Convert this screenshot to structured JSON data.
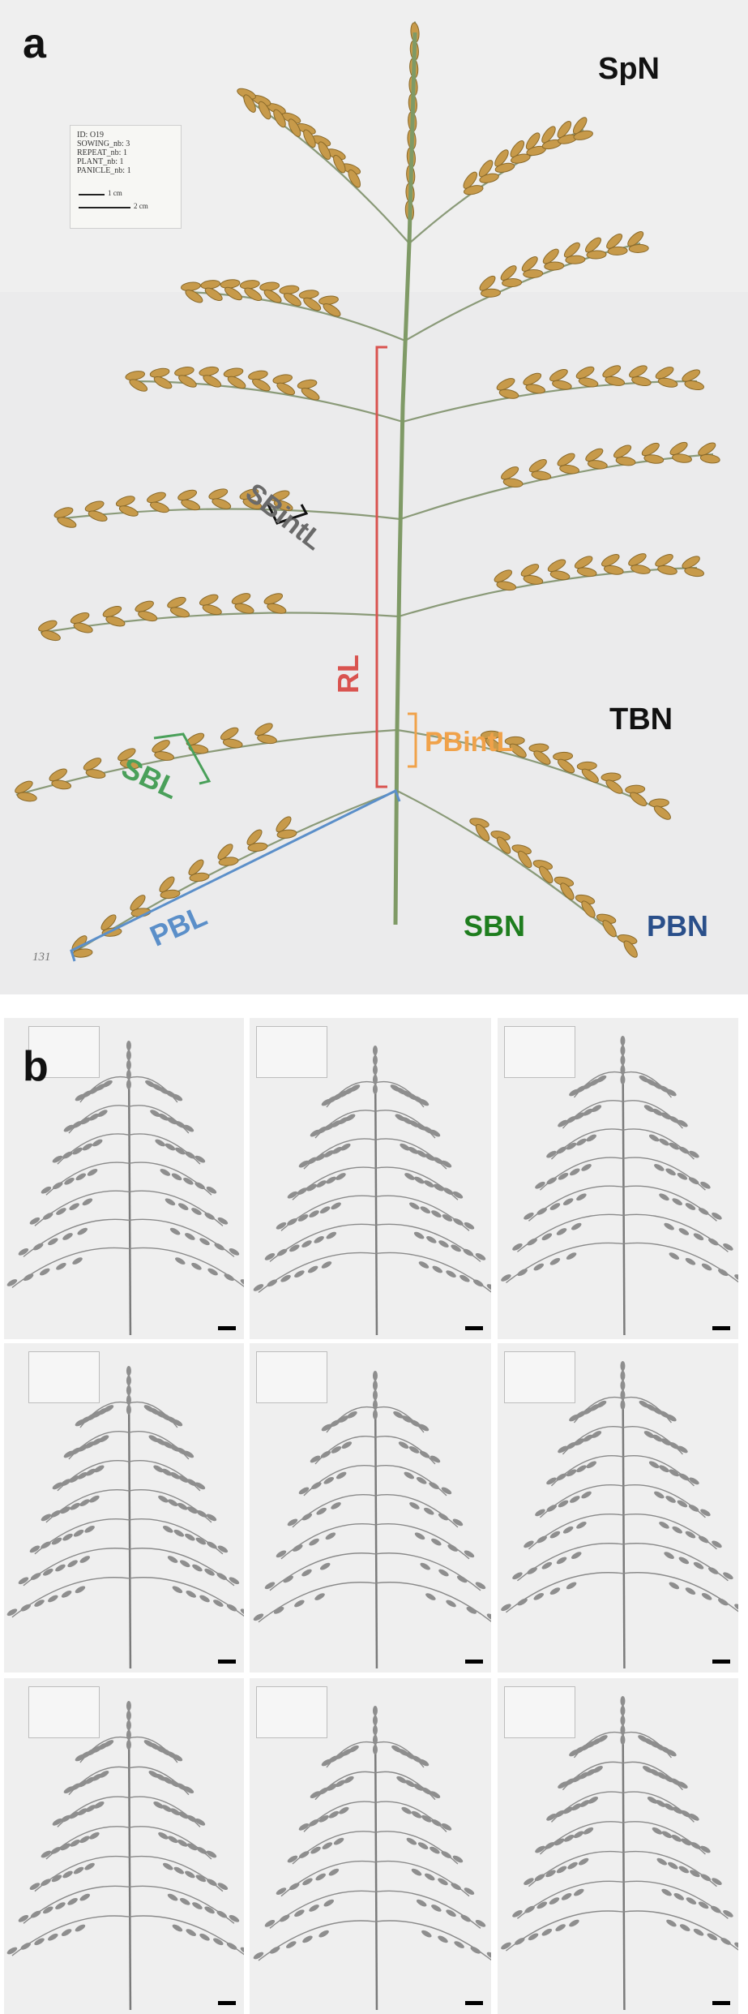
{
  "panel_a": {
    "letter": "a",
    "labels": {
      "spn": "SpN",
      "tbn": "TBN",
      "sbintl": "SBintL",
      "rl": "RL",
      "pbintl": "PBintL",
      "sbl": "SBL",
      "pbl": "PBL",
      "sbn": "SBN",
      "pbn": "PBN"
    },
    "colors": {
      "rl": "#d9534f",
      "pbintl": "#f0a24a",
      "sbl": "#4aa05a",
      "pbl": "#5b8fc9",
      "sbn": "#1e7d1e",
      "pbn": "#2a4f8a",
      "sbintl": "#6a6a6a",
      "black": "#111111"
    },
    "card": {
      "lines": [
        "ID: O19",
        "SOWING_nb: 3",
        "REPEAT_nb: 1",
        "PLANT_nb: 1",
        "PANICLE_nb: 1"
      ],
      "scale_1cm": "1 cm",
      "scale_2cm": "2 cm"
    },
    "sample_number": "131"
  },
  "panel_b": {
    "letter": "b"
  }
}
